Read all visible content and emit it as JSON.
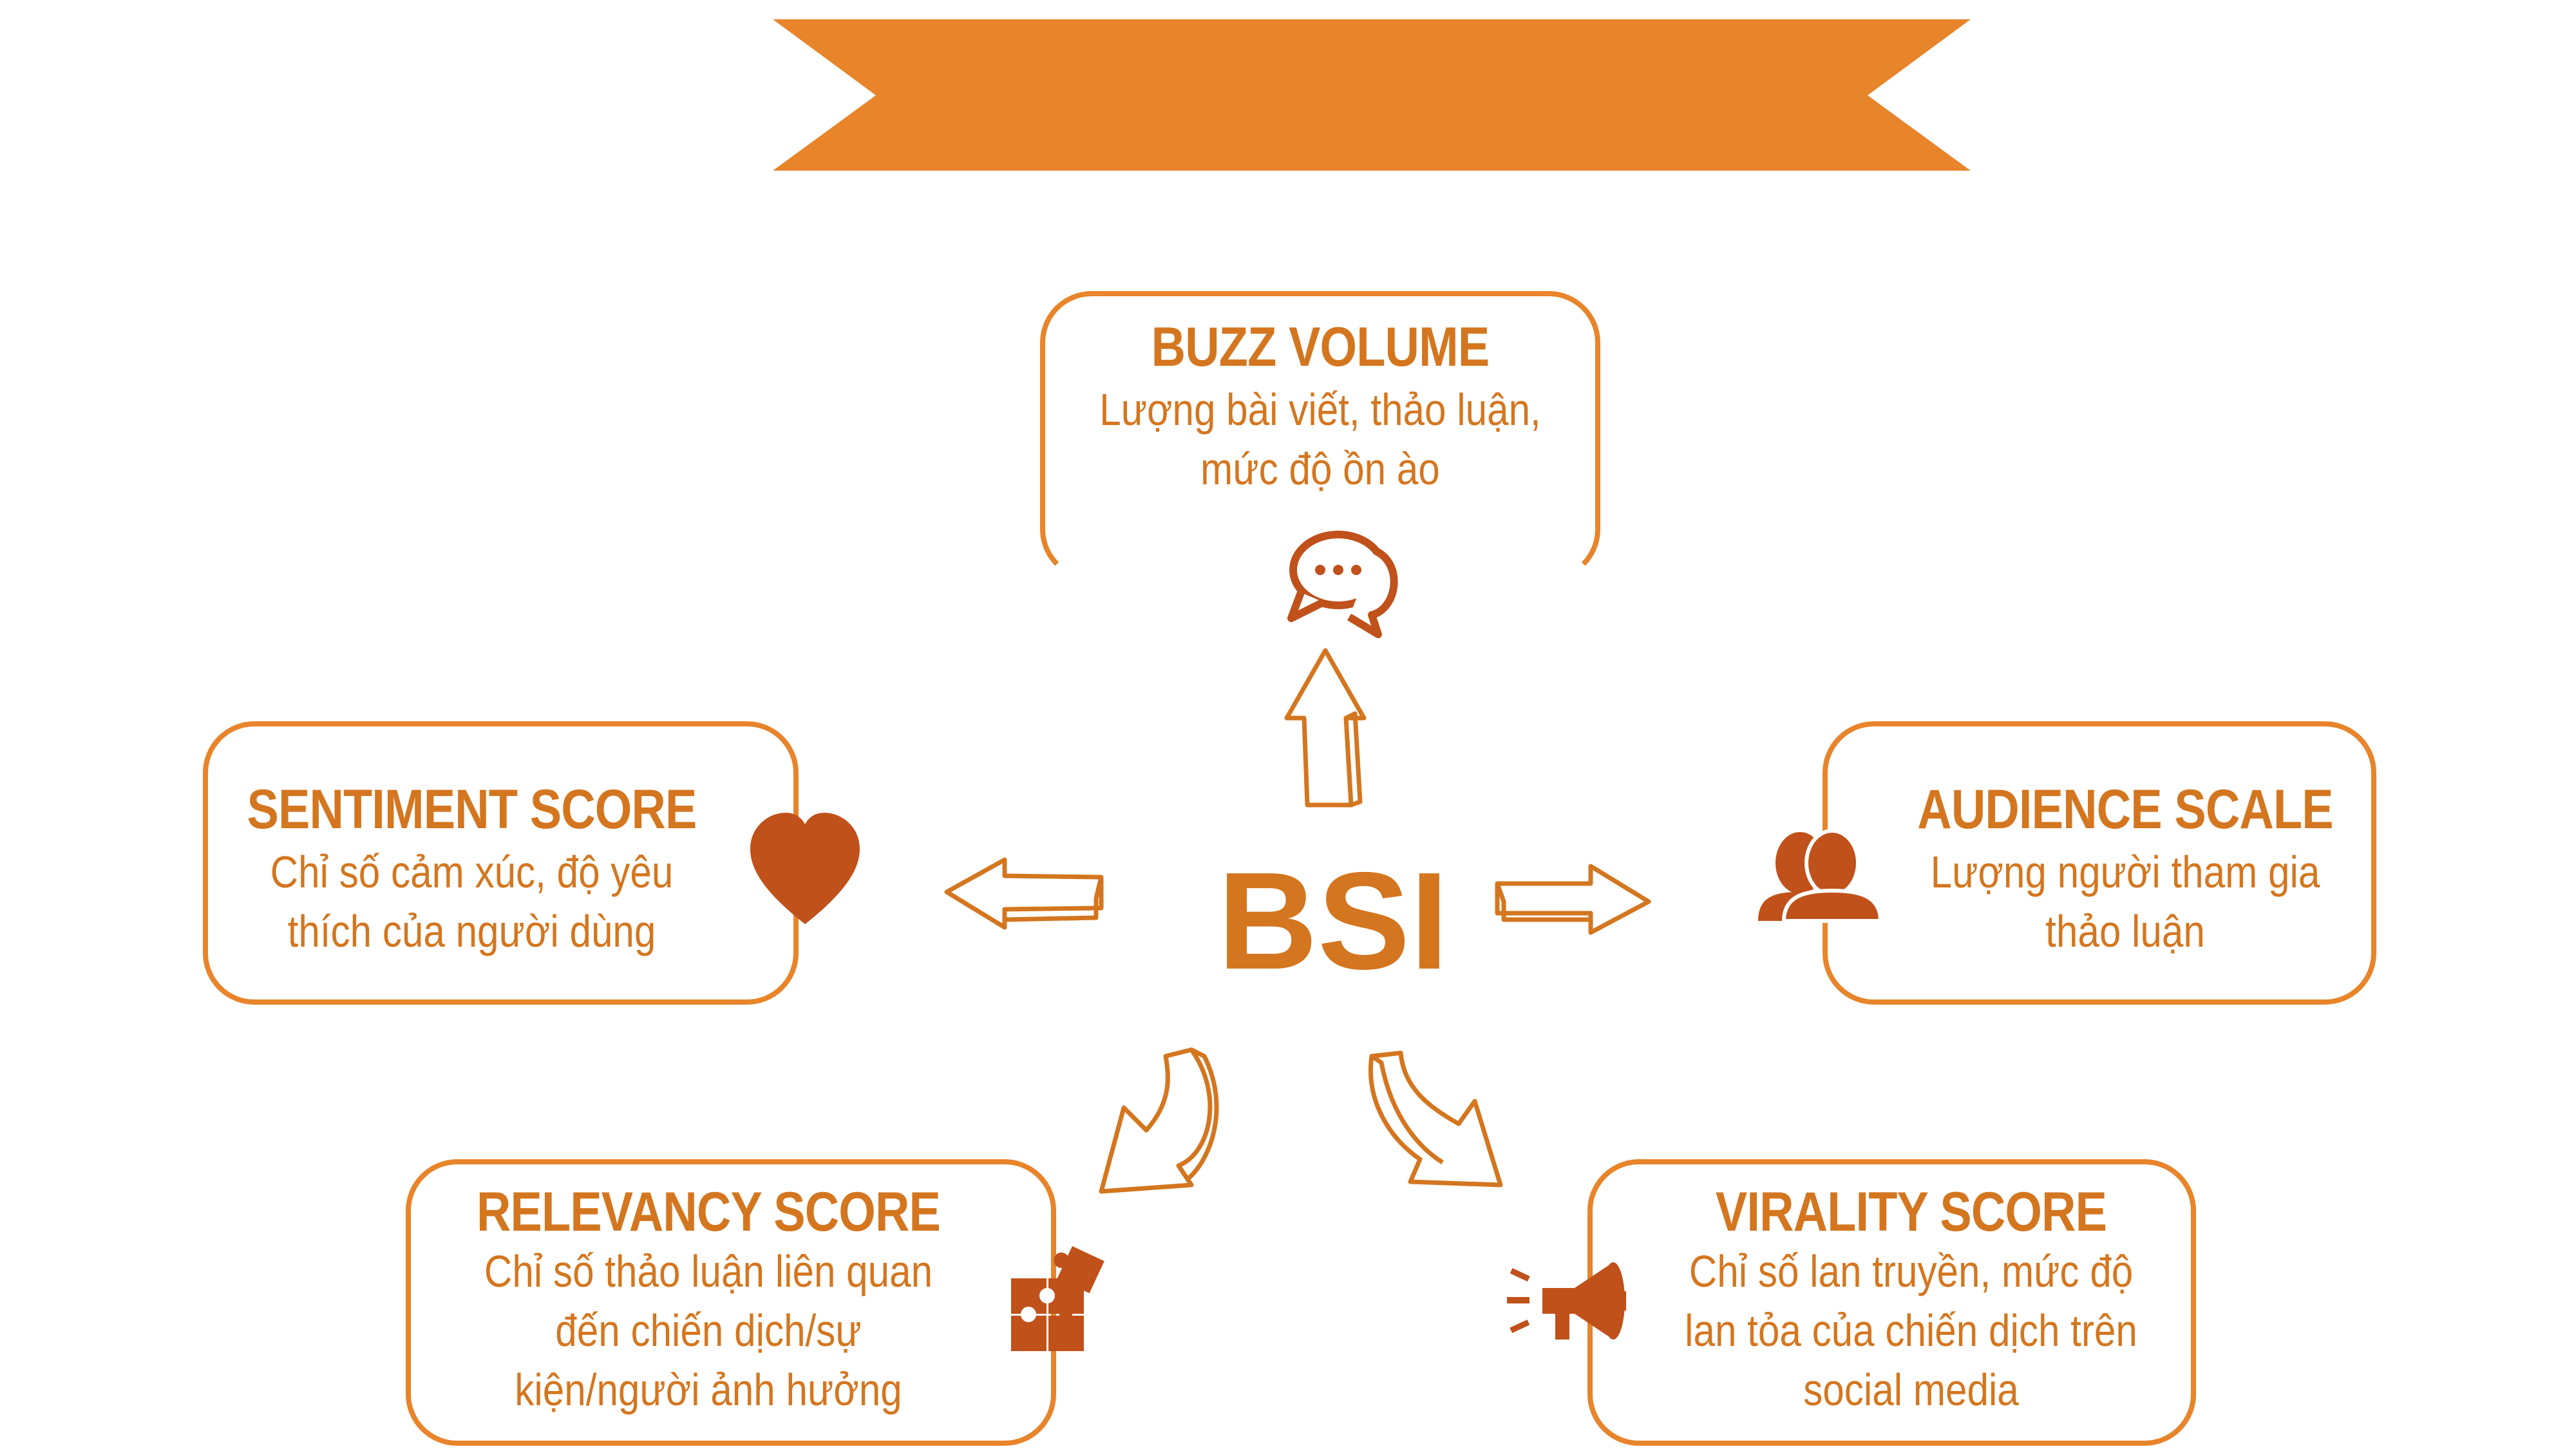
{
  "banner": {
    "title": "BSI TOP10"
  },
  "center": {
    "label": "BSI"
  },
  "nodes": {
    "buzz_volume": {
      "title": "BUZZ VOLUME",
      "desc_lines": [
        "Lượng bài viết, thảo luận,",
        "mức độ ồn ào"
      ],
      "icon": "chat-bubbles-icon"
    },
    "sentiment_score": {
      "title": "SENTIMENT SCORE",
      "desc_lines": [
        "Chỉ số cảm xúc, độ yêu",
        "thích của người dùng"
      ],
      "icon": "heart-icon"
    },
    "audience_scale": {
      "title": "AUDIENCE SCALE",
      "desc_lines": [
        "Lượng người tham gia",
        "thảo luận"
      ],
      "icon": "people-icon"
    },
    "relevancy_score": {
      "title": "RELEVANCY SCORE",
      "desc_lines": [
        "Chỉ số thảo luận liên quan",
        "đến chiến dịch/sự",
        "kiện/người ảnh hưởng"
      ],
      "icon": "puzzle-icon"
    },
    "virality_score": {
      "title": "VIRALITY SCORE",
      "desc_lines": [
        "Chỉ số lan truyền, mức độ",
        "lan tỏa của chiến dịch trên",
        "social media"
      ],
      "icon": "megaphone-icon"
    }
  },
  "colors": {
    "accent": "#e8842a",
    "text": "#d4761f",
    "icon_dark": "#c0511a"
  }
}
